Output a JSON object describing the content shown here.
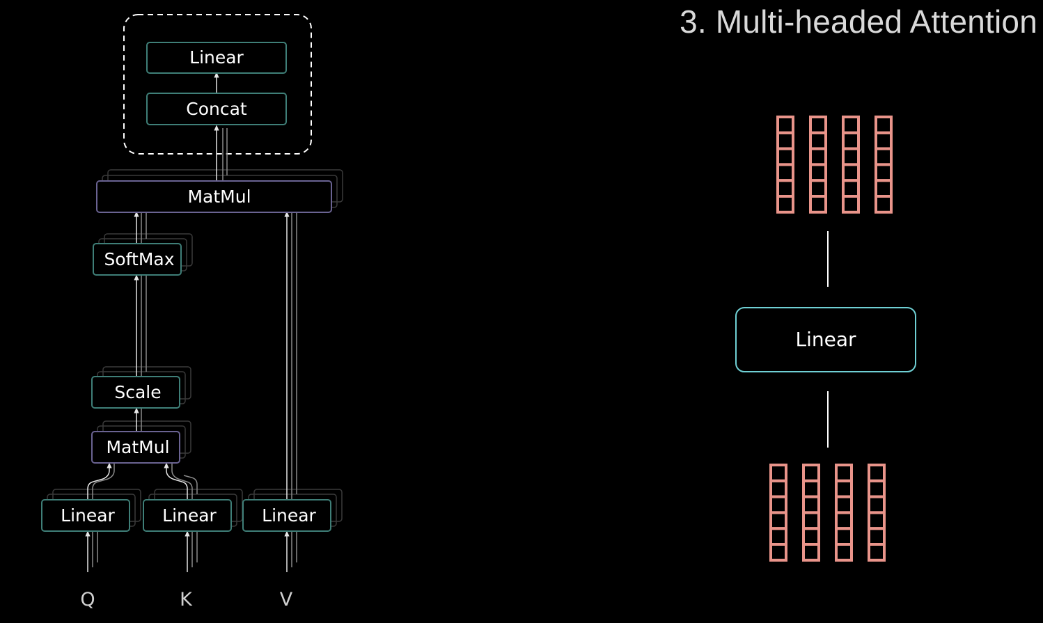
{
  "slide": {
    "title": "3. Multi-headed Attention"
  },
  "attention_diagram": {
    "output_linear": "Linear",
    "concat": "Concat",
    "matmul_top": "MatMul",
    "softmax": "SoftMax",
    "scale": "Scale",
    "matmul_bottom": "MatMul",
    "linear_q": "Linear",
    "linear_k": "Linear",
    "linear_v": "Linear",
    "input_q": "Q",
    "input_k": "K",
    "input_v": "V"
  },
  "projection_diagram": {
    "linear_label": "Linear",
    "top_vector_count": 4,
    "bottom_vector_count": 4,
    "cells_per_vector": 6
  },
  "colors": {
    "background": "#000000",
    "box_border_teal": "#3f7f78",
    "box_border_purple": "#6a6392",
    "linear_border": "#6fd0d4",
    "vector_cell": "#e9948a",
    "line": "#cfcfcf"
  }
}
